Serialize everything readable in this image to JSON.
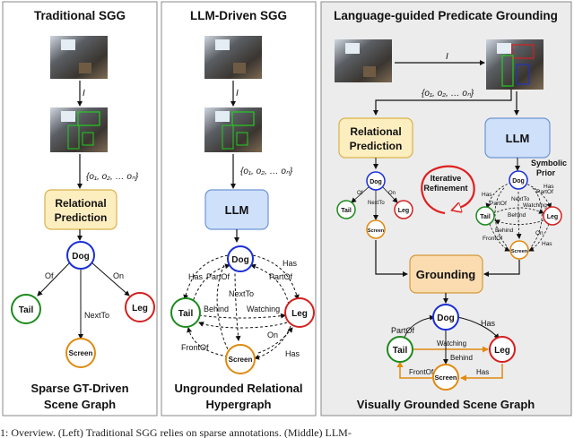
{
  "panels": {
    "left": {
      "title": "Traditional SGG",
      "subtitle_line1": "Sparse GT-Driven",
      "subtitle_line2": "Scene Graph",
      "image_label": "I",
      "objects_label": "{o₁, o₂, … oₙ}",
      "box_line1": "Relational",
      "box_line2": "Prediction",
      "nodes": {
        "dog": "Dog",
        "tail": "Tail",
        "leg": "Leg",
        "screen": "Screen"
      },
      "edges": {
        "of": "Of",
        "on": "On",
        "nextto": "NextTo"
      }
    },
    "middle": {
      "title": "LLM-Driven SGG",
      "subtitle_line1": "Ungrounded Relational",
      "subtitle_line2": "Hypergraph",
      "image_label": "I",
      "objects_label": "{o₁, o₂, … oₙ}",
      "box": "LLM",
      "nodes": {
        "dog": "Dog",
        "tail": "Tail",
        "leg": "Leg",
        "screen": "Screen"
      },
      "edges": {
        "has1": "Has",
        "partof1": "PartOf",
        "has2": "Has",
        "partof2": "PartOf",
        "nextto": "NextTo",
        "behind": "Behind",
        "watching": "Watching",
        "frontof": "FrontOf",
        "on": "On",
        "has3": "Has"
      }
    },
    "right": {
      "title": "Language-guided Predicate Grounding",
      "subtitle": "Visually Grounded Scene Graph",
      "image_label": "I",
      "objects_label": "{o₁, o₂, … oₙ}",
      "rel_line1": "Relational",
      "rel_line2": "Prediction",
      "llm": "LLM",
      "symbolic_line1": "Symbolic",
      "symbolic_line2": "Prior",
      "iter_line1": "Iterative",
      "iter_line2": "Refinement",
      "grounding": "Grounding",
      "small_graph": {
        "dog": "Dog",
        "tail": "Tail",
        "leg": "Leg",
        "screen": "Screen",
        "of": "Of",
        "on": "On",
        "nextto": "NextTo"
      },
      "prior_graph": {
        "dog": "Dog",
        "tail": "Tail",
        "leg": "Leg",
        "screen": "Screen",
        "has1": "Has",
        "partof1": "PartOf",
        "has2": "Has",
        "partof2": "PartOf",
        "watching": "Watching",
        "behind": "Behind",
        "frontof": "FrontOf",
        "on": "On",
        "has3": "Has",
        "nextto": "NextTo"
      },
      "final_graph": {
        "dog": "Dog",
        "tail": "Tail",
        "leg": "Leg",
        "screen": "Screen",
        "partof": "PartOf",
        "has1": "Has",
        "watching": "Watching",
        "behind": "Behind",
        "frontof": "FrontOf",
        "has2": "Has"
      }
    }
  },
  "caption": "1: Overview. (Left) Traditional SGG relies on sparse annotations. (Middle) LLM-",
  "colors": {
    "dog": "#1b2fd6",
    "tail": "#1e8a1e",
    "leg": "#d42020",
    "screen": "#e08a10",
    "rel_box_fill": "#fdeec0",
    "rel_box_stroke": "#d9b24a",
    "llm_box_fill": "#cfe0fa",
    "llm_box_stroke": "#6e95d4",
    "ground_box_fill": "#fbdcb0",
    "ground_box_stroke": "#d49a3a",
    "panel_right_bg": "#ececec",
    "iter_arrow": "#e02020",
    "grounded_edge": "#e08a10"
  }
}
